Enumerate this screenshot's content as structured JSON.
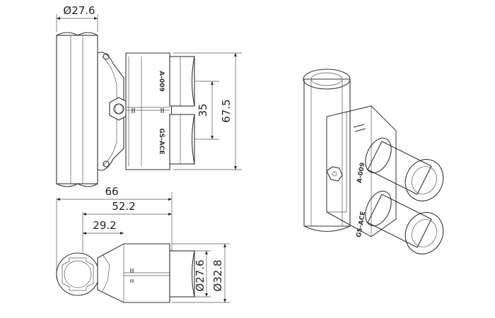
{
  "front_view": {
    "dim_tube_diameter": "Ø27.6",
    "dim_tube_spacing": "35",
    "dim_total_height": "67.5",
    "label_part_number": "A-009",
    "label_brand": "GS-ACE"
  },
  "plan_view": {
    "dim_overall_length": "66",
    "dim_mid_length": "52.2",
    "dim_short_length": "29.2",
    "dim_inner_diameter": "Ø27.6",
    "dim_outer_diameter": "Ø32.8"
  },
  "iso_view": {
    "label_part_number": "A-009",
    "label_brand": "GS-ACE"
  },
  "colors": {
    "line": "#333333",
    "joint_fill": "#f5c9a8",
    "joint_shade": "#d99a70",
    "tube_fill": "#e6e6e6",
    "tube_shade": "#b9b9b9"
  }
}
